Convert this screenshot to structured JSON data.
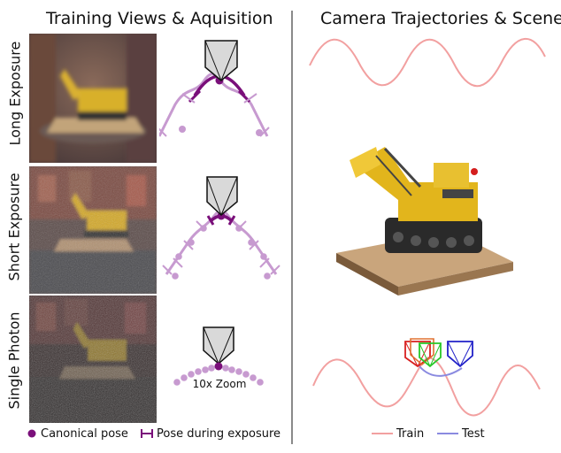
{
  "left_title": "Training Views & Aquisition",
  "right_title": "Camera Trajectories & Scene",
  "rows": [
    {
      "label": "Long Exposure"
    },
    {
      "label": "Short Exposure"
    },
    {
      "label": "Single Photon"
    }
  ],
  "zoom_label": "10x Zoom",
  "legend_left": {
    "canonical": "Canonical pose",
    "exposure": "Pose during exposure"
  },
  "legend_right": {
    "train": "Train",
    "test": "Test"
  },
  "colors": {
    "canonical": "#7a0f7a",
    "exposure": "#c79ad0",
    "train": "#f2a0a0",
    "test": "#8a8ae0",
    "camera_fill": "#d9d9d9"
  }
}
